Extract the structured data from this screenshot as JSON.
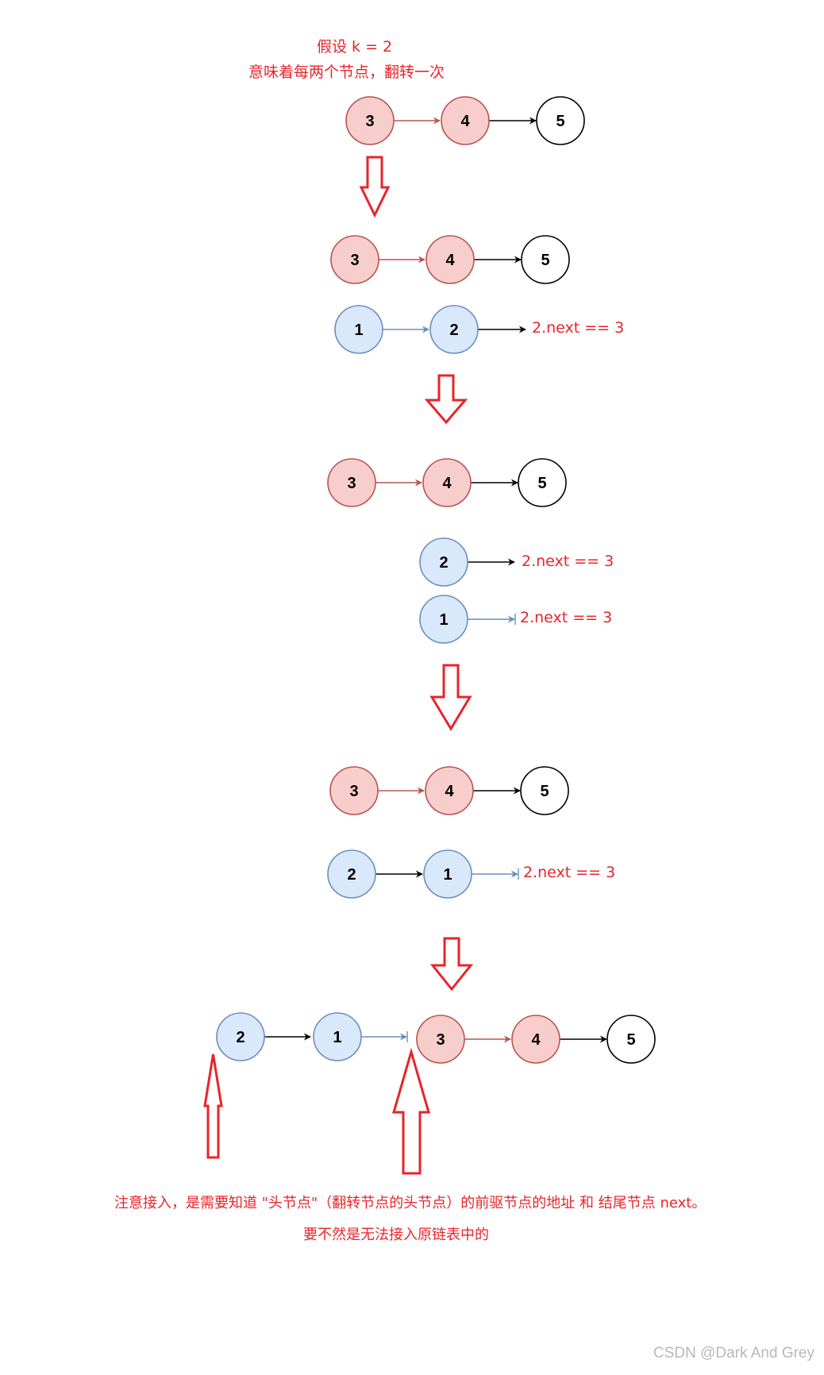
{
  "header": {
    "line1": "假设 k = 2",
    "line2": "意味着每两个节点，翻转一次"
  },
  "colors": {
    "red_fill": "#f8cecc",
    "red_stroke": "#b85450",
    "blue_fill": "#dae8fc",
    "blue_stroke": "#6c8ebf",
    "black": "#000000",
    "annotation": "#e8242a"
  },
  "notes": {
    "next_eq_3": "2.next  == 3",
    "footer_line1": "注意接入，是需要知道 \"头节点\"（翻转节点的头节点）的前驱节点的地址 和 结尾节点 next。",
    "footer_line2": "要不然是无法接入原链表中的"
  },
  "watermark": "CSDN @Dark And Grey",
  "stages": [
    {
      "nodes": [
        {
          "id": "s1-n3",
          "label": "3",
          "style": "red"
        },
        {
          "id": "s1-n4",
          "label": "4",
          "style": "red"
        },
        {
          "id": "s1-n5",
          "label": "5",
          "style": "white"
        }
      ]
    },
    {
      "nodes": [
        {
          "id": "s2-n3",
          "label": "3",
          "style": "red"
        },
        {
          "id": "s2-n4",
          "label": "4",
          "style": "red"
        },
        {
          "id": "s2-n5",
          "label": "5",
          "style": "white"
        },
        {
          "id": "s2-n1",
          "label": "1",
          "style": "blue"
        },
        {
          "id": "s2-n2",
          "label": "2",
          "style": "blue"
        }
      ]
    },
    {
      "nodes": [
        {
          "id": "s3-n3",
          "label": "3",
          "style": "red"
        },
        {
          "id": "s3-n4",
          "label": "4",
          "style": "red"
        },
        {
          "id": "s3-n5",
          "label": "5",
          "style": "white"
        },
        {
          "id": "s3-n2",
          "label": "2",
          "style": "blue"
        },
        {
          "id": "s3-n1",
          "label": "1",
          "style": "blue"
        }
      ]
    },
    {
      "nodes": [
        {
          "id": "s4-n3",
          "label": "3",
          "style": "red"
        },
        {
          "id": "s4-n4",
          "label": "4",
          "style": "red"
        },
        {
          "id": "s4-n5",
          "label": "5",
          "style": "white"
        },
        {
          "id": "s4-n2",
          "label": "2",
          "style": "blue"
        },
        {
          "id": "s4-n1",
          "label": "1",
          "style": "blue"
        }
      ]
    },
    {
      "nodes": [
        {
          "id": "s5-n2",
          "label": "2",
          "style": "blue"
        },
        {
          "id": "s5-n1",
          "label": "1",
          "style": "blue"
        },
        {
          "id": "s5-n3",
          "label": "3",
          "style": "red"
        },
        {
          "id": "s5-n4",
          "label": "4",
          "style": "red"
        },
        {
          "id": "s5-n5",
          "label": "5",
          "style": "white"
        }
      ]
    }
  ]
}
